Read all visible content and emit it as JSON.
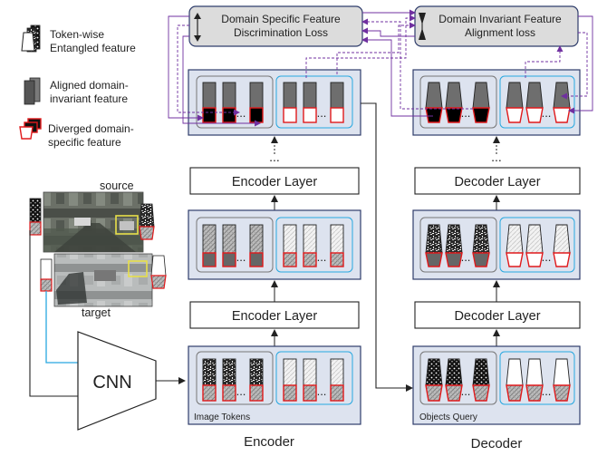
{
  "legend": {
    "entangled": "Token-wise\nEntangled feature",
    "aligned": "Aligned domain-\ninvariant feature",
    "diverged": "Diverged domain-\nspecific feature"
  },
  "images": {
    "source_label": "source",
    "target_label": "target"
  },
  "backbone": "CNN",
  "losses": {
    "specific": "Domain Specific Feature\nDiscrimination Loss",
    "invariant": "Domain Invariant Feature\nAlignment loss"
  },
  "encoder": {
    "layer_label": "Encoder Layer",
    "tokens_label": "Image Tokens",
    "title": "Encoder"
  },
  "decoder": {
    "layer_label": "Decoder Layer",
    "tokens_label": "Objects Query",
    "title": "Decoder"
  },
  "ellipsis": "...",
  "vellipsis": "...",
  "colors": {
    "panel_fill": "#dde3ef",
    "panel_stroke": "#2f3d6b",
    "loss_fill": "#dcdcdc",
    "red": "#e0191b",
    "cyan": "#28a8e0",
    "purple": "#7030a0",
    "gray_token": "#777777",
    "dark": "#222222"
  }
}
